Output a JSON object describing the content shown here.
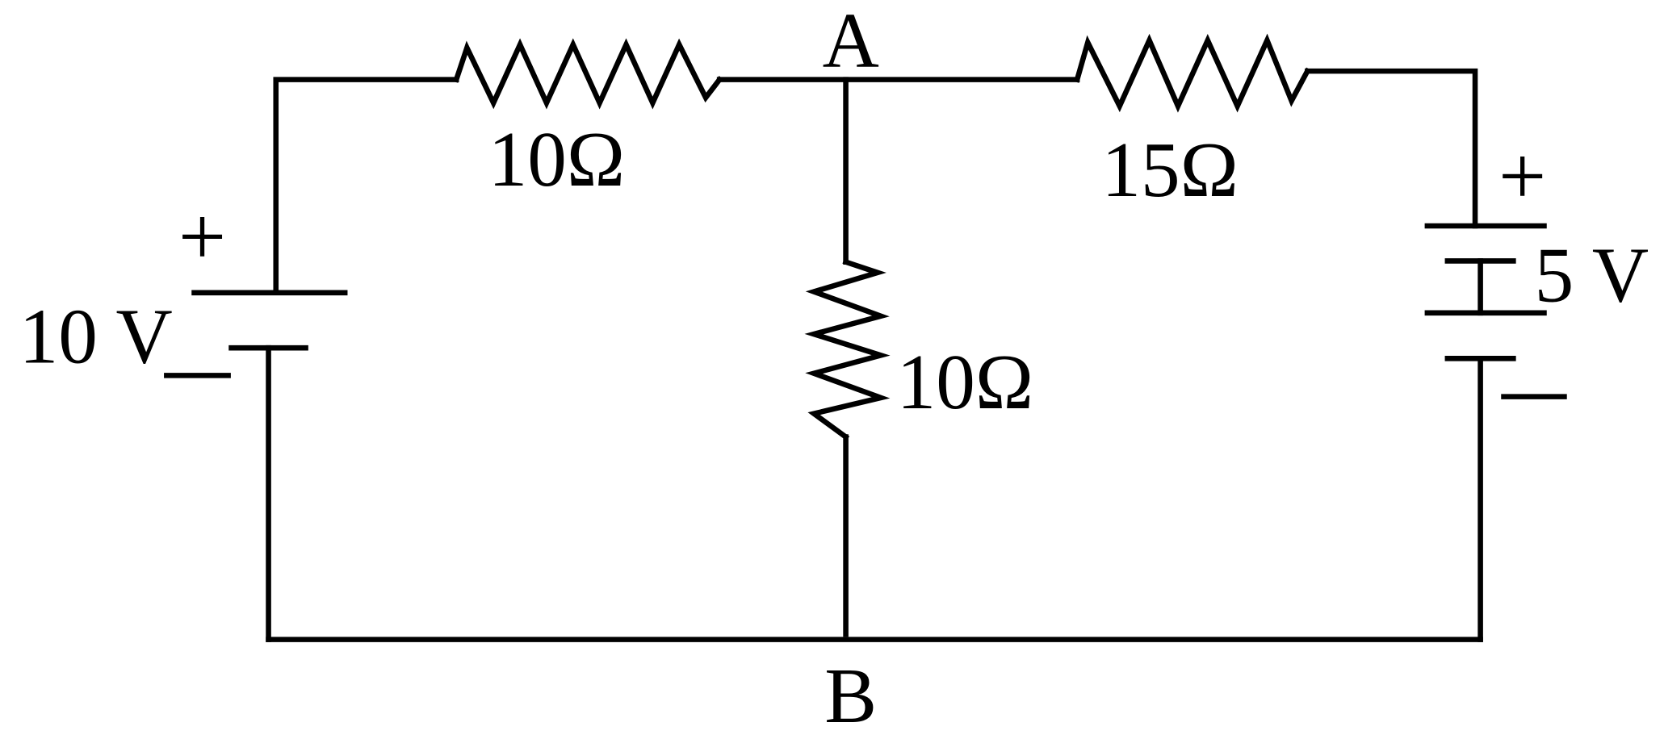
{
  "nodes": {
    "top": "A",
    "bottom": "B"
  },
  "sources": [
    {
      "label": "10 V",
      "plus": "+",
      "minus": "−"
    },
    {
      "label": "5 V",
      "plus": "+",
      "minus": "−"
    }
  ],
  "resistors": [
    {
      "label": "10Ω"
    },
    {
      "label": "15Ω"
    },
    {
      "label": "10Ω"
    }
  ]
}
